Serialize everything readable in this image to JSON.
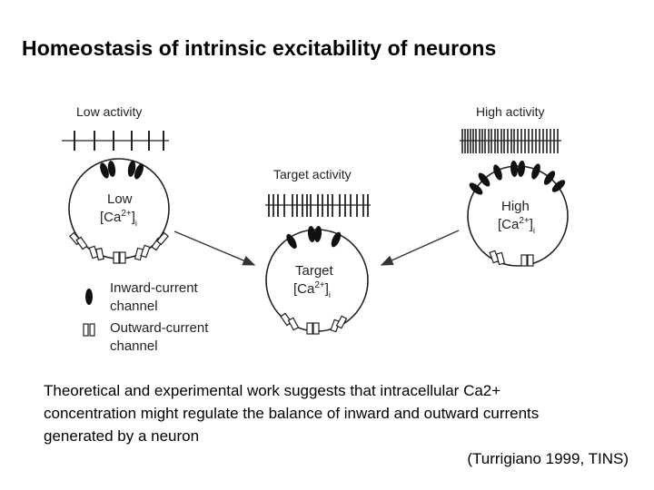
{
  "slide": {
    "title": "Homeostasis of intrinsic excitability of neurons"
  },
  "diagram": {
    "low": {
      "heading": "Low activity",
      "label_line1": "Low",
      "label_line2": "[Ca",
      "sup": "2+",
      "bracket": "]",
      "sub": "i"
    },
    "target": {
      "heading": "Target activity",
      "label_line1": "Target",
      "label_line2": "[Ca",
      "sup": "2+",
      "bracket": "]",
      "sub": "i"
    },
    "high": {
      "heading": "High activity",
      "label_line1": "High",
      "label_line2": "[Ca",
      "sup": "2+",
      "bracket": "]",
      "sub": "i"
    },
    "legend": {
      "inward_line1": "Inward-current",
      "inward_line2": "channel",
      "outward_line1": "Outward-current",
      "outward_line2": "channel"
    },
    "colors": {
      "ink": "#222222",
      "channel_fill": "#111111",
      "background": "#ffffff"
    }
  },
  "caption": {
    "line1": "Theoretical and experimental work suggests that intracellular Ca2+",
    "line2": "concentration might regulate the balance of inward and outward currents",
    "line3": "generated by a neuron"
  },
  "citation": "(Turrigiano 1999, TINS)"
}
